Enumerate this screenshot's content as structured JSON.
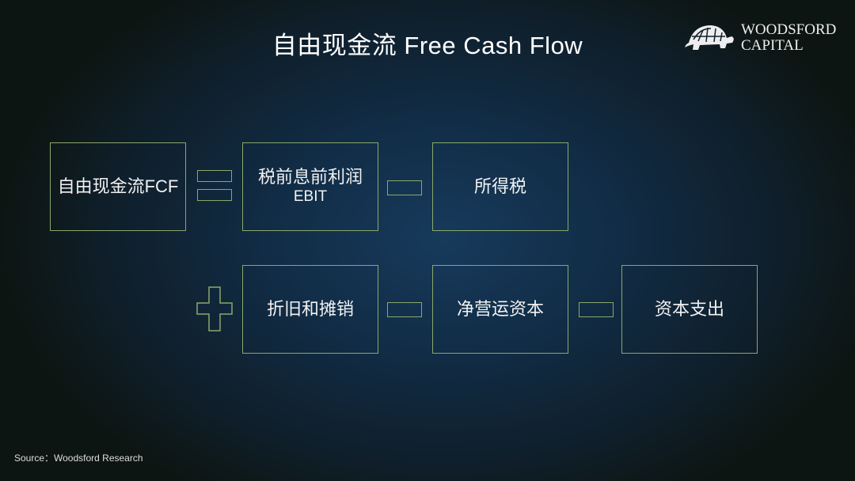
{
  "title": "自由现金流 Free Cash Flow",
  "logo": {
    "line1": "WOODSFORD",
    "line2": "CAPITAL"
  },
  "boxes": {
    "fcf": "自由现金流FCF",
    "ebit": "税前息前利润",
    "ebit_sub": "EBIT",
    "tax": "所得税",
    "da": "折旧和摊销",
    "nwc": "净营运资本",
    "capex": "资本支出"
  },
  "operators": [
    "equals",
    "minus",
    "plus",
    "minus",
    "minus"
  ],
  "source": "Source：Woodsford Research"
}
